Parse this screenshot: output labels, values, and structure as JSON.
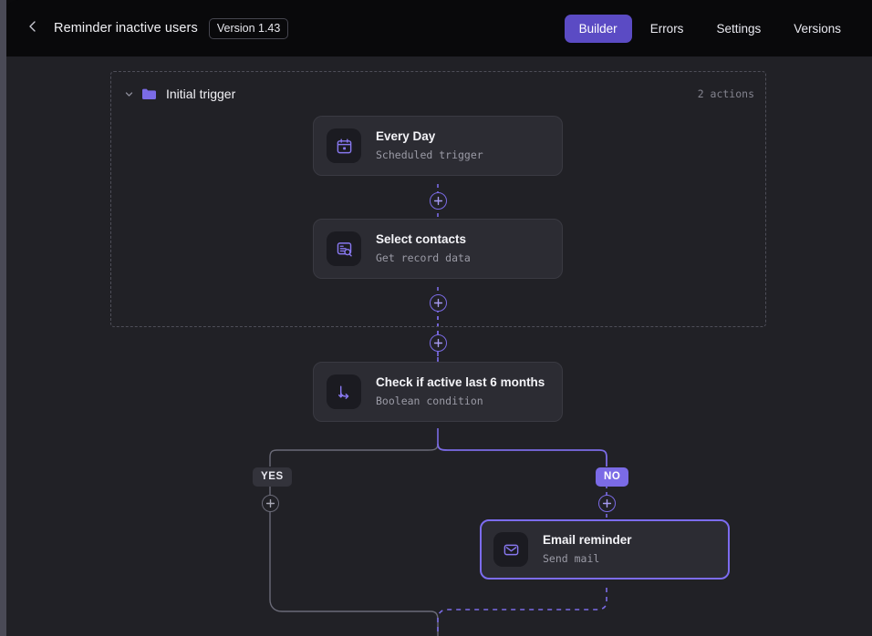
{
  "header": {
    "back_icon": "chevron-left-icon",
    "title": "Reminder inactive users",
    "version_label": "Version 1.43",
    "nav": [
      {
        "label": "Builder",
        "active": true
      },
      {
        "label": "Errors",
        "active": false
      },
      {
        "label": "Settings",
        "active": false
      },
      {
        "label": "Versions",
        "active": false
      }
    ]
  },
  "colors": {
    "accent": "#5b4bc4",
    "edge_active": "#7b6be6",
    "edge_inactive": "#6b6b78",
    "canvas_bg": "#212126",
    "header_bg": "#09090b",
    "card_bg": "#2c2c33",
    "icon_tile_bg": "#1b1b21",
    "badge_no_bg": "#7b6be6",
    "badge_yes_bg": "#33333b"
  },
  "group": {
    "caret_icon": "chevron-down-icon",
    "folder_icon": "folder-icon",
    "name": "Initial trigger",
    "action_count": "2 actions"
  },
  "nodes": [
    {
      "id": "every-day",
      "title": "Every Day",
      "subtitle": "Scheduled trigger",
      "icon": "calendar-icon",
      "selected": false
    },
    {
      "id": "select-contacts",
      "title": "Select contacts",
      "subtitle": "Get record data",
      "icon": "record-search-icon",
      "selected": false
    },
    {
      "id": "check-active",
      "title": "Check if active last 6 months",
      "subtitle": "Boolean condition",
      "icon": "branch-split-icon",
      "selected": false
    },
    {
      "id": "email-reminder",
      "title": "Email reminder",
      "subtitle": "Send mail",
      "icon": "envelope-icon",
      "selected": true
    }
  ],
  "branches": [
    {
      "id": "yes",
      "label": "YES",
      "active": false
    },
    {
      "id": "no",
      "label": "NO",
      "active": true
    }
  ],
  "add_buttons": [
    {
      "id": "add-after-every-day",
      "icon": "plus-icon"
    },
    {
      "id": "add-after-select-contacts",
      "icon": "plus-icon"
    },
    {
      "id": "add-below-group",
      "icon": "plus-icon"
    },
    {
      "id": "add-branch-yes",
      "icon": "plus-icon"
    },
    {
      "id": "add-branch-no",
      "icon": "plus-icon"
    }
  ]
}
